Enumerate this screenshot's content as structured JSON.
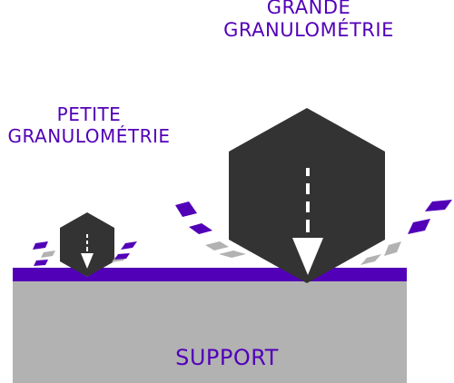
{
  "labels": {
    "small": [
      "PETITE",
      "GRANULOMÉTRIE"
    ],
    "large": [
      "GRANDE",
      "GRANULOMÉTRIE"
    ],
    "support": "SUPPORT"
  },
  "colors": {
    "text": "#5200b8",
    "layer": "#5200b8",
    "support": "#b2b2b2",
    "chip_violet": "#5200b8",
    "chip_grey": "#b2b2b2",
    "particle": "#333333",
    "arrow": "#ffffff"
  },
  "icons": {
    "small_particle": "hexagon",
    "large_particle": "hexagon",
    "small_arrow": "dashed-down-arrow",
    "large_arrow": "dashed-down-arrow",
    "chips": "rhombus-fragments"
  }
}
